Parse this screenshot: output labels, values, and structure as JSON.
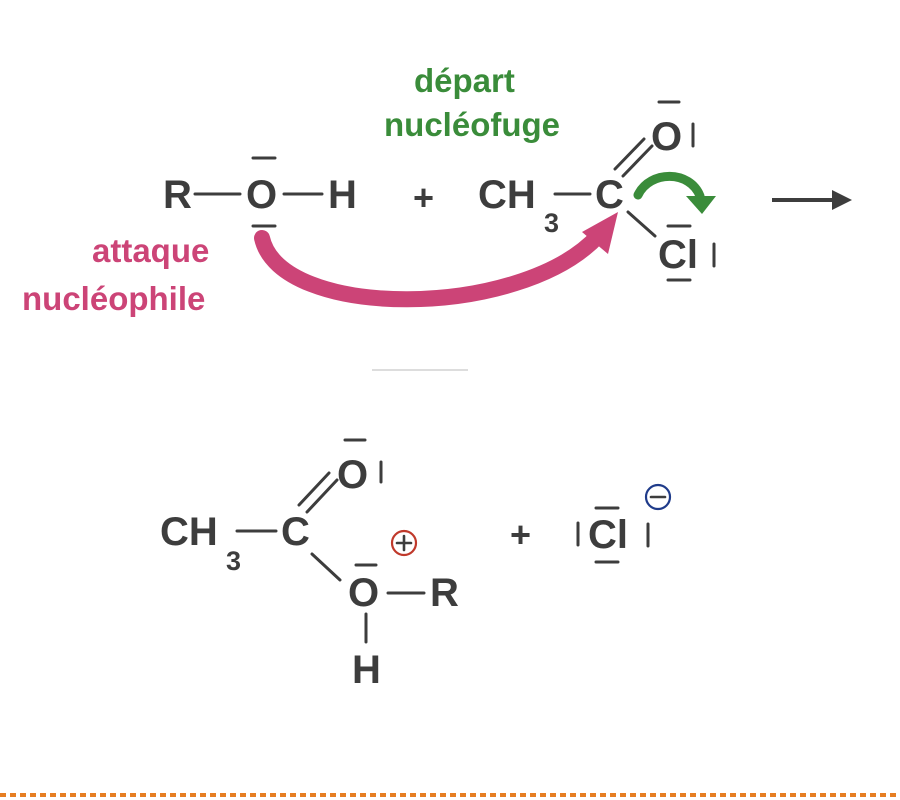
{
  "labels": {
    "nucleophilic_attack_line1": "attaque",
    "nucleophilic_attack_line2": "nucléophile",
    "leaving_group_line1": "départ",
    "leaving_group_line2": "nucléofuge"
  },
  "reactants": {
    "alcohol": {
      "r": "R",
      "o": "O",
      "h": "H"
    },
    "plus": "+",
    "acyl_chloride": {
      "ch": "CH",
      "sub": "3",
      "c": "C",
      "o": "O",
      "cl": "Cl"
    }
  },
  "products": {
    "intermediate": {
      "ch": "CH",
      "sub": "3",
      "c": "C",
      "o_carbonyl": "O",
      "o_ester": "O",
      "r": "R",
      "h": "H"
    },
    "plus": "+",
    "chloride": {
      "cl": "Cl"
    }
  },
  "colors": {
    "structure": "#3d3d3d",
    "attack_arrow": "#cc4477",
    "leaving_arrow": "#3a8c3a",
    "positive_charge_ring": "#c0392b",
    "negative_charge_ring": "#1f3b8a",
    "footer_dots": "#e67e22"
  }
}
